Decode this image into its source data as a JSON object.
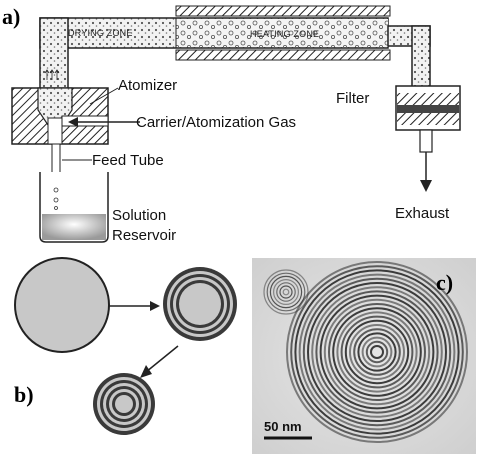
{
  "panels": {
    "a": "a)",
    "b": "b)",
    "c": "c)"
  },
  "labels": {
    "drying_zone": "DRYING ZONE",
    "heating_zone": "HEATING ZONE",
    "atomizer": "Atomizer",
    "carrier_gas": "Carrier/Atomization Gas",
    "feed_tube": "Feed Tube",
    "solution_line1": "Solution",
    "solution_line2": "Reservoir",
    "filter": "Filter",
    "exhaust": "Exhaust"
  },
  "scale_bar": {
    "label": "50 nm"
  },
  "colors": {
    "particle_gray": "#c8c8c8",
    "ring_dark": "#3a3a3a",
    "tem_bg": "#d9d9d9"
  }
}
